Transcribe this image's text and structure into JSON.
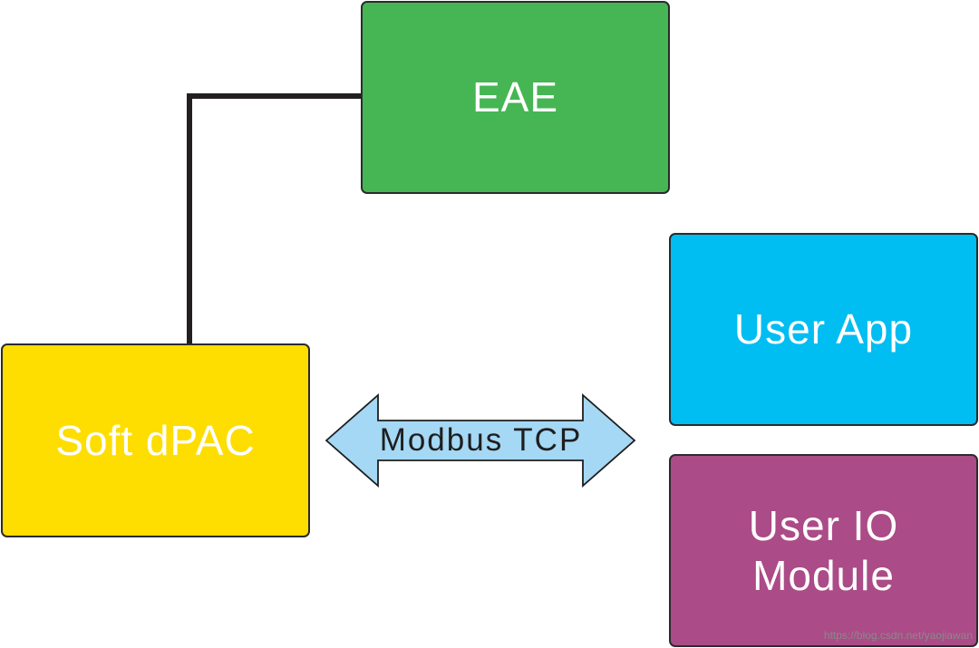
{
  "nodes": {
    "eae": {
      "label": "EAE",
      "color": "#45b653"
    },
    "soft_dpac": {
      "label": "Soft dPAC",
      "color": "#fedd00"
    },
    "user_app": {
      "label": "User App",
      "color": "#00bdf2"
    },
    "user_io": {
      "label_line1": "User IO",
      "label_line2": "Module",
      "color": "#ab4b87"
    }
  },
  "edges": {
    "modbus": {
      "label": "Modbus TCP",
      "color": "#a4d8f4",
      "style": "double-headed-arrow"
    },
    "eae_to_soft_dpac": {
      "color": "#231f20",
      "style": "elbow-line"
    }
  },
  "watermark": "https://blog.csdn.net/yaojiawan"
}
